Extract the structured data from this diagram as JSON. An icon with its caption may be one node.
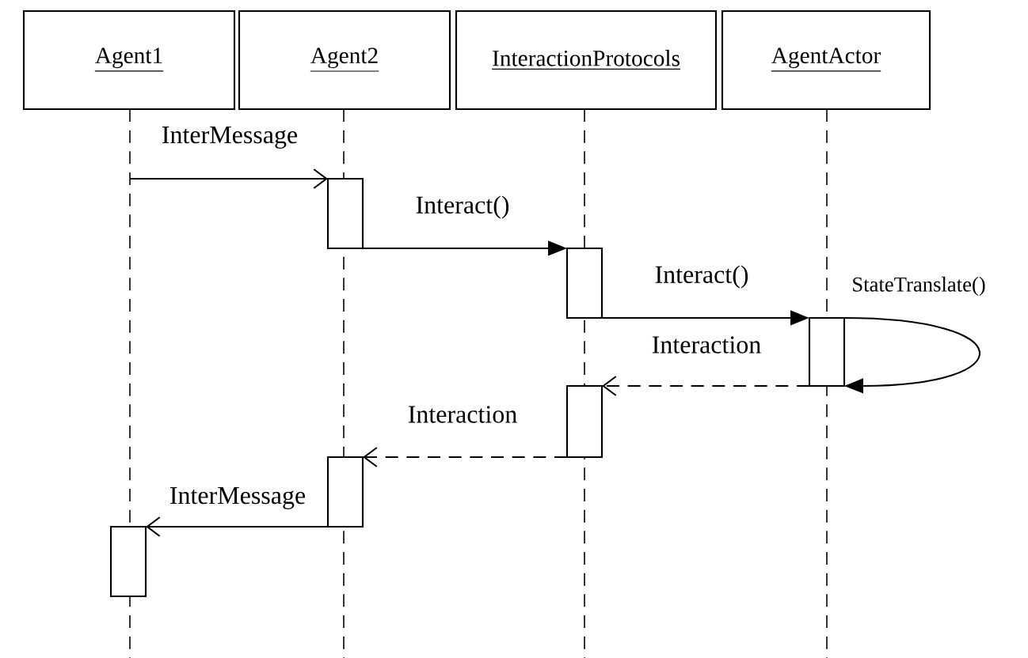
{
  "diagram": {
    "nodes": [
      {
        "text": [
          "Agent1"
        ]
      },
      {
        "text": [
          "Agent2"
        ]
      },
      {
        "text": [
          "InteractionProtocols"
        ]
      },
      {
        "text": [
          "AgentActor"
        ]
      },
      {
        "text": [],
        "shape": "bar"
      },
      {
        "text": [],
        "shape": "bar"
      },
      {
        "text": [],
        "shape": "bar"
      },
      {
        "text": [],
        "shape": "bar"
      },
      {
        "text": [],
        "shape": "bar"
      },
      {
        "text": [],
        "shape": "bar"
      }
    ],
    "edges": [
      {
        "from": null,
        "to": 4,
        "arrow": "to",
        "label": "InterMessage"
      },
      {
        "from": 4,
        "to": 5,
        "arrow": "to",
        "label": "Interact()"
      },
      {
        "from": 5,
        "to": 6,
        "arrow": "to",
        "label": "Interact()"
      },
      {
        "from": 6,
        "to": 6,
        "arrow": "to",
        "label": "StateTranslate()"
      },
      {
        "from": 6,
        "to": 7,
        "arrow": "to",
        "label": "Interaction",
        "style": "dashed"
      },
      {
        "from": 7,
        "to": 8,
        "arrow": "to",
        "label": "Interaction",
        "style": "dashed"
      },
      {
        "from": 8,
        "to": 9,
        "arrow": "to",
        "label": "InterMessage"
      }
    ]
  }
}
